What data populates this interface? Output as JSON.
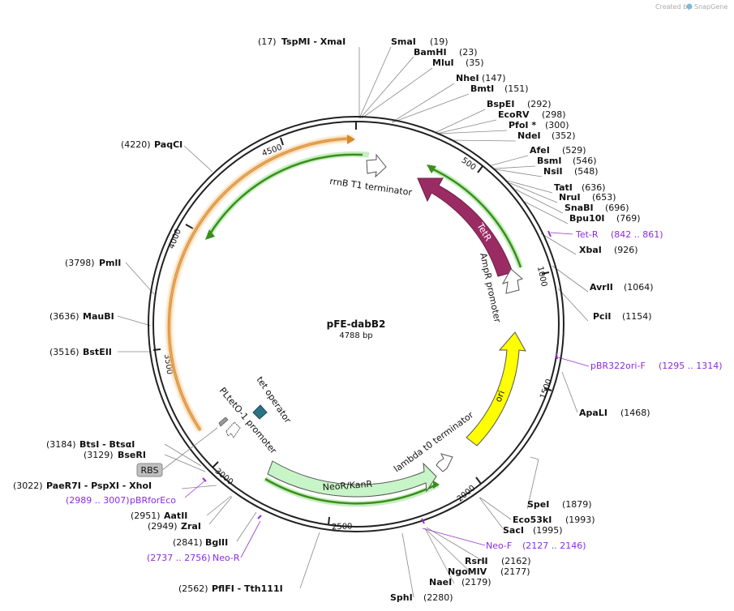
{
  "credit": {
    "prefix": "Created by",
    "brand": "SnapGene"
  },
  "plasmid": {
    "name": "pFE-dabB2",
    "size": "4788 bp"
  },
  "ticks": [
    "500",
    "1000",
    "1500",
    "2000",
    "2500",
    "3000",
    "3500",
    "4000",
    "4500"
  ],
  "enzymes": [
    {
      "name": "TspMI - XmaI",
      "pos": "(17)"
    },
    {
      "name": "SmaI",
      "pos": "(19)"
    },
    {
      "name": "BamHI",
      "pos": "(23)"
    },
    {
      "name": "MluI",
      "pos": "(35)"
    },
    {
      "name": "NheI",
      "pos": "(147)"
    },
    {
      "name": "BmtI",
      "pos": "(151)"
    },
    {
      "name": "BspEI",
      "pos": "(292)"
    },
    {
      "name": "EcoRV",
      "pos": "(298)"
    },
    {
      "name": "PfoI *",
      "pos": "(300)"
    },
    {
      "name": "NdeI",
      "pos": "(352)"
    },
    {
      "name": "AfeI",
      "pos": "(529)"
    },
    {
      "name": "BsmI",
      "pos": "(546)"
    },
    {
      "name": "NsiI",
      "pos": "(548)"
    },
    {
      "name": "TatI",
      "pos": "(636)"
    },
    {
      "name": "NruI",
      "pos": "(653)"
    },
    {
      "name": "SnaBI",
      "pos": "(696)"
    },
    {
      "name": "Bpu10I",
      "pos": "(769)"
    },
    {
      "name": "XbaI",
      "pos": "(926)"
    },
    {
      "name": "AvrII",
      "pos": "(1064)"
    },
    {
      "name": "PciI",
      "pos": "(1154)"
    },
    {
      "name": "ApaLI",
      "pos": "(1468)"
    },
    {
      "name": "SpeI",
      "pos": "(1879)"
    },
    {
      "name": "Eco53kI",
      "pos": "(1993)"
    },
    {
      "name": "SacI",
      "pos": "(1995)"
    },
    {
      "name": "RsrII",
      "pos": "(2162)"
    },
    {
      "name": "NgoMIV",
      "pos": "(2177)"
    },
    {
      "name": "NaeI",
      "pos": "(2179)"
    },
    {
      "name": "SphI",
      "pos": "(2280)"
    },
    {
      "name": "PflFI - Tth111I",
      "pos": "(2562)"
    },
    {
      "name": "BglII",
      "pos": "(2841)"
    },
    {
      "name": "ZraI",
      "pos": "(2949)"
    },
    {
      "name": "AatII",
      "pos": "(2951)"
    },
    {
      "name": "PaeR7I - PspXI - XhoI",
      "pos": "(3022)"
    },
    {
      "name": "BseRI",
      "pos": "(3129)"
    },
    {
      "name": "BtsI - BtsαI",
      "pos": "(3184)"
    },
    {
      "name": "BstEII",
      "pos": "(3516)"
    },
    {
      "name": "MauBI",
      "pos": "(3636)"
    },
    {
      "name": "PmlI",
      "pos": "(3798)"
    },
    {
      "name": "PaqCI",
      "pos": "(4220)"
    }
  ],
  "primers": [
    {
      "name": "Tet-R",
      "range": "(842 .. 861)"
    },
    {
      "name": "pBR322ori-F",
      "range": "(1295 .. 1314)"
    },
    {
      "name": "Neo-F",
      "range": "(2127 .. 2146)"
    },
    {
      "name": "Neo-R",
      "range": "(2737 .. 2756)"
    },
    {
      "name": "pBRforEco",
      "range": "(2989 .. 3007)"
    }
  ],
  "features": {
    "tetr": "TetR",
    "ampr_promoter": "AmpR promoter",
    "ori": "ori",
    "lambda_t0": "lambda t0 terminator",
    "neor_kanr": "NeoR/KanR",
    "rrnb_t1": "rrnB T1 terminator",
    "tet_operator": "tet operator",
    "pltet_promoter": "PLtetO-1 promoter",
    "rbs": "RBS"
  },
  "colors": {
    "backbone": "#222222",
    "tetr": "#9b2c63",
    "ori": "#ffff00",
    "neor": "#c8f5c8",
    "orange_feature": "#d9882a",
    "green_feature": "#3a8f1a",
    "primer": "#9933cc",
    "tet_operator": "#2e7384",
    "rbs": "#bfbfbf"
  }
}
